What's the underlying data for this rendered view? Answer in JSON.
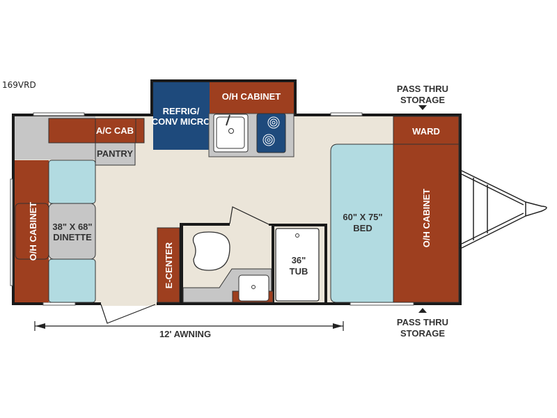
{
  "model": "169VRD",
  "labels": {
    "refrig_line1": "REFRIG/",
    "refrig_line2": "CONV MICRO",
    "oh_cabinet_top": "O/H CABINET",
    "ac_cab": "A/C CAB",
    "pantry": "PANTRY",
    "oh_cabinet_left": "O/H CABINET",
    "dinette_line1": "38\" X 68\"",
    "dinette_line2": "DINETTE",
    "e_center": "E-CENTER",
    "tub_line1": "36\"",
    "tub_line2": "TUB",
    "bed_line1": "60\" X 75\"",
    "bed_line2": "BED",
    "ward": "WARD",
    "oh_cabinet_right": "O/H CABINET",
    "pass_thru_top_line1": "PASS THRU",
    "pass_thru_top_line2": "STORAGE",
    "pass_thru_bottom_line1": "PASS THRU",
    "pass_thru_bottom_line2": "STORAGE",
    "awning": "12' AWNING"
  },
  "colors": {
    "wall": "#1a1a1a",
    "floor": "#ebe5d9",
    "cabinet": "#9e3f1f",
    "appliance": "#1e4a7c",
    "counter": "#c6c6c6",
    "cushion": "#b2dbe1"
  }
}
